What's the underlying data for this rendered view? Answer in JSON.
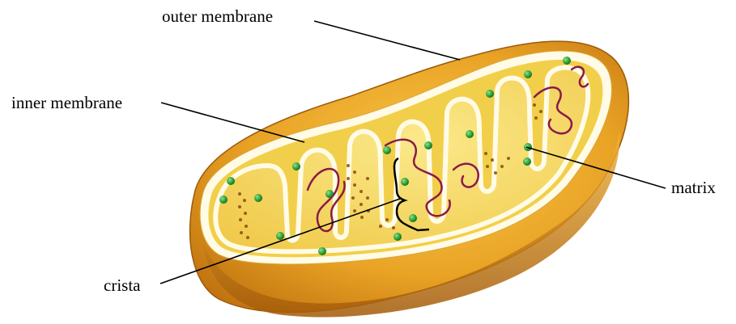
{
  "labels": {
    "outer_membrane": "outer membrane",
    "inner_membrane": "inner membrane",
    "matrix": "matrix",
    "crista": "crista"
  },
  "colors": {
    "outer_surface": "#e9a325",
    "outer_shadow": "#b8690b",
    "membrane_white": "#fffbe6",
    "intermembrane": "#f2cf4a",
    "matrix_fill": "#f7dc62",
    "ribosome_green": "#2fa23a",
    "dna_purple": "#8a1a4a",
    "granule_brown": "#8a4a12",
    "leader_line": "#000000"
  },
  "icons": {
    "organelle": "mitochondrion-illustration"
  }
}
